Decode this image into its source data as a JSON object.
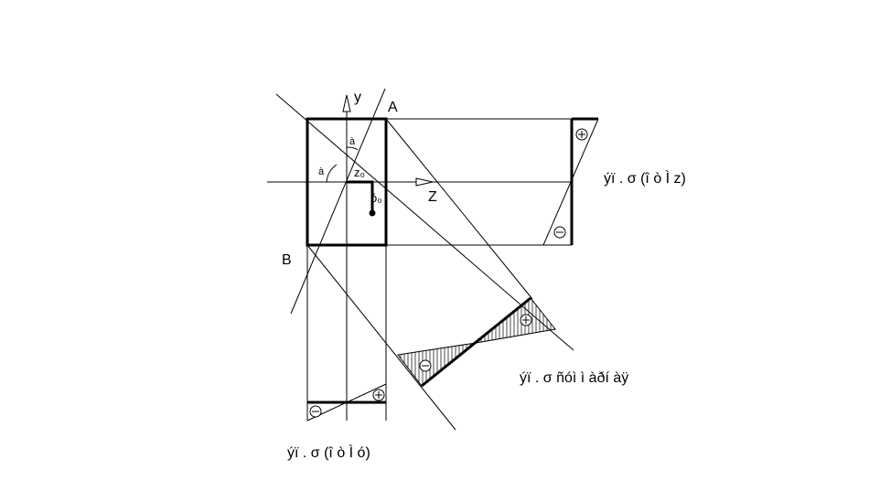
{
  "labels": {
    "y_axis": "y",
    "z_axis": "Z",
    "point_a": "A",
    "point_b": "B",
    "origin": "z₀",
    "y0": "ó₀",
    "angle_1": "à",
    "angle_2": "à"
  },
  "captions": {
    "sigma_z": "ýï . σ (î ò Ì  z)",
    "sigma_total": "ýï . σ ñóì ì àðí àÿ",
    "sigma_y": "ýï . σ (î ò Ì  ó)"
  },
  "signs": {
    "plus": "+",
    "minus": "−"
  }
}
